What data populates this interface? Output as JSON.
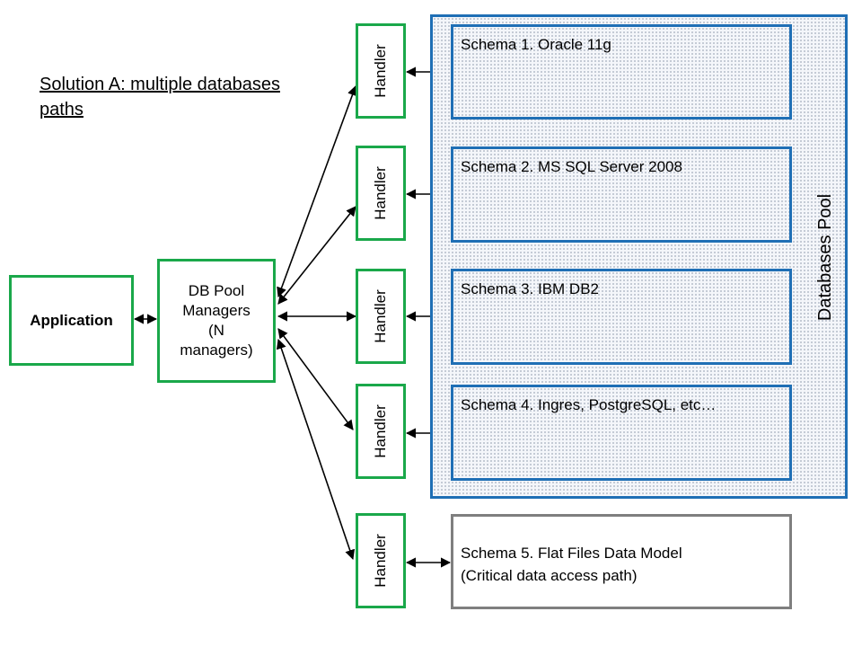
{
  "title": "Solution A: multiple databases paths",
  "application": "Application",
  "managers": [
    "DB Pool",
    "Managers",
    "(N",
    "managers)"
  ],
  "handler_label": "Handler",
  "pool_label": "Databases Pool",
  "schemas": [
    "Schema 1. Oracle 11g",
    "Schema 2. MS SQL Server 2008",
    "Schema 3. IBM DB2",
    "Schema 4. Ingres, PostgreSQL, etc…"
  ],
  "flat_schema": [
    "Schema 5. Flat Files Data Model",
    "(Critical data access path)"
  ],
  "colors": {
    "handler_border": "#1aa84a",
    "pool_border": "#1f6fb5",
    "flat_border": "#7f7f7f"
  }
}
